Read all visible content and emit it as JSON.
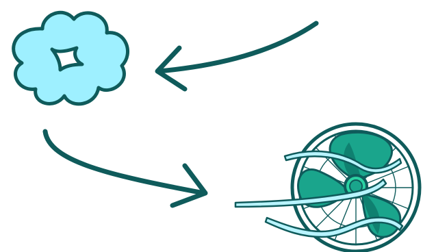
{
  "diagram": {
    "nodes": [
      {
        "id": "cloud",
        "icon": "cloud-icon"
      },
      {
        "id": "fan",
        "icon": "fan-icon"
      }
    ],
    "arrows": [
      {
        "id": "arrow-into-cloud",
        "from": "top-right",
        "to": "cloud"
      },
      {
        "id": "arrow-cloud-to-fan",
        "from": "cloud",
        "to": "fan"
      }
    ],
    "colors": {
      "outline": "#0f5b5b",
      "cloud_fill": "#9ef0ff",
      "fan_blade": "#1aa58c",
      "fan_blade_shadow": "#0f8070",
      "fan_hub": "#2bd1a2",
      "wind_fill": "#b8f4ff",
      "background": "#ffffff"
    }
  }
}
